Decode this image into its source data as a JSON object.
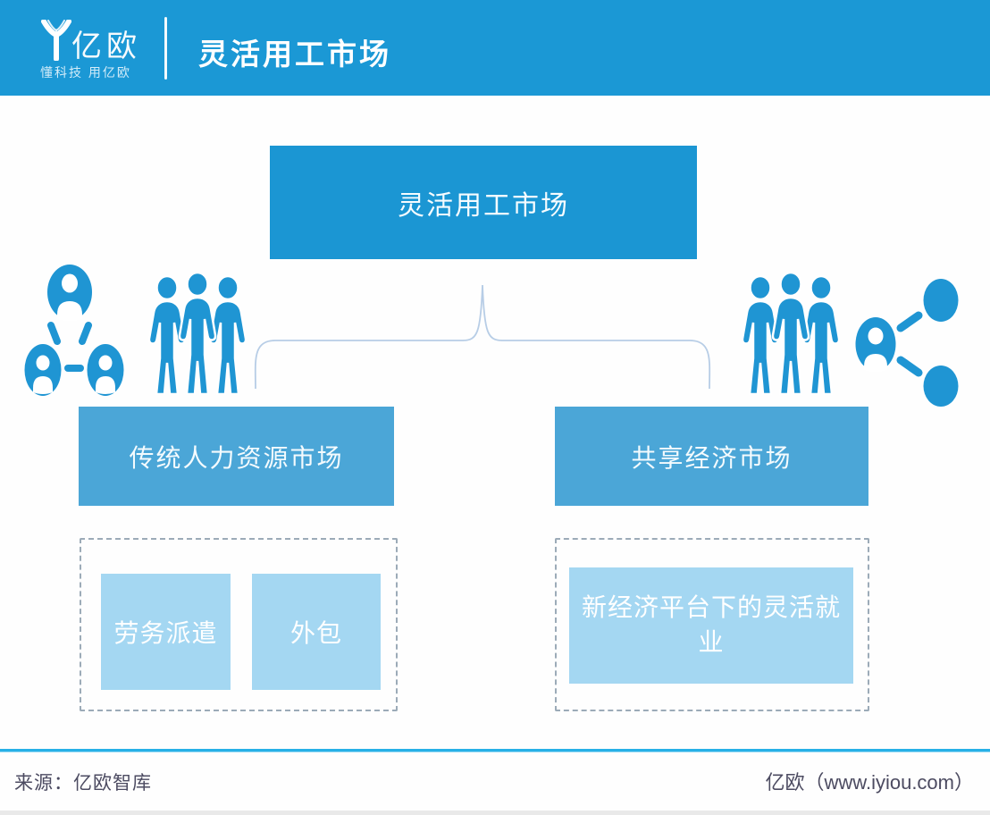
{
  "header": {
    "logo_text": "亿欧",
    "tagline": "懂科技 用亿欧",
    "title": "灵活用工市场"
  },
  "diagram": {
    "root_label": "灵活用工市场",
    "left_branch": {
      "label": "传统人力资源市场",
      "children": [
        "劳务派遣",
        "外包"
      ]
    },
    "right_branch": {
      "label": "共享经济市场",
      "children": [
        "新经济平台下的灵活就业"
      ]
    }
  },
  "footer": {
    "source": "来源：亿欧智库",
    "site": "亿欧（www.iyiou.com）"
  },
  "icons": {
    "logo": "yiou-logo-icon",
    "left_network": "people-network-icon",
    "left_crowd": "crowd-icon",
    "right_crowd": "crowd-icon",
    "right_share": "person-share-icon"
  },
  "colors": {
    "header_blue": "#1b98d5",
    "node_blue": "#1b96d3",
    "branch_blue": "#4ba6d7",
    "light_blue": "#a4d7f2",
    "icon_blue": "#1f95d3",
    "dash_gray": "#9cabb8",
    "brace_blue": "#b7cde6",
    "footer_rule": "#27b0e7",
    "footer_text": "#4c4b61"
  }
}
